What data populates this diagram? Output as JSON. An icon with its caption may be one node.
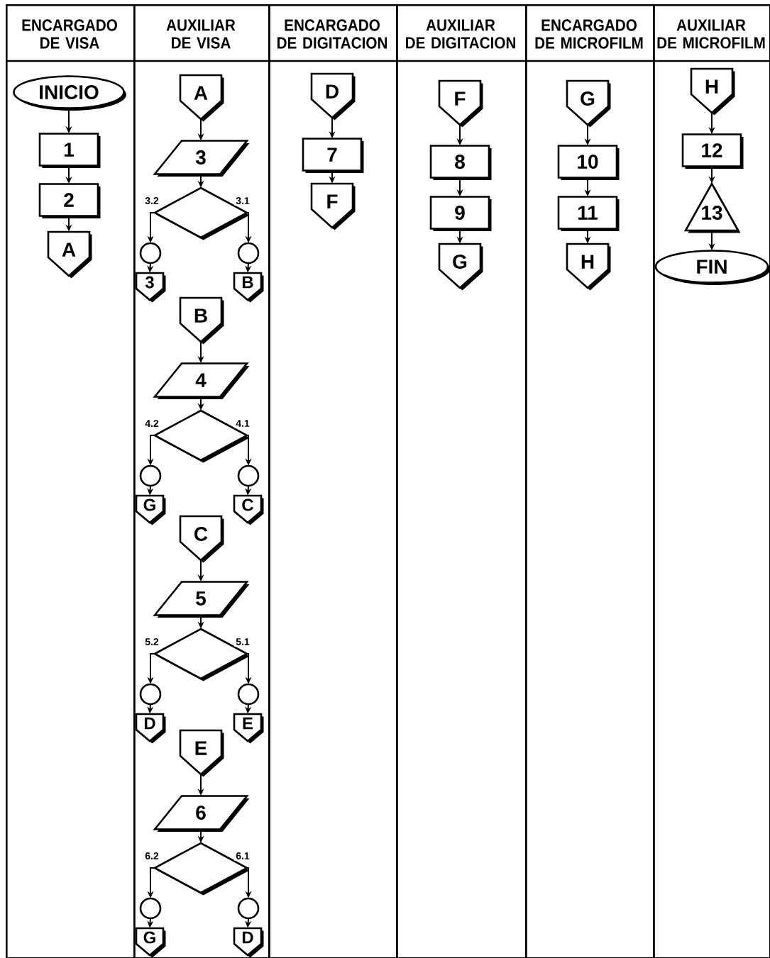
{
  "diagram": {
    "nodes": [
      {
        "text": [
          "ENCARGADO DE VISA"
        ]
      },
      {
        "text": [
          "AUXILIAR DE VISA"
        ]
      },
      {
        "text": [
          "ENCARGADO DE DIGITACION"
        ]
      },
      {
        "text": [
          "AUXILIAR DE DIGITACION"
        ]
      },
      {
        "text": [
          "ENCARGADO DE MICROFILM"
        ]
      },
      {
        "text": [
          "AUXILIAR DE MICROFILM"
        ]
      },
      {
        "text": [
          "INICIO"
        ],
        "in": 0
      },
      {
        "text": [
          "1"
        ],
        "in": 0
      },
      {
        "text": [
          "2"
        ],
        "in": 0
      },
      {
        "text": [
          "A"
        ],
        "in": 0
      },
      {
        "text": [
          "A"
        ],
        "in": 1
      },
      {
        "text": [
          "3"
        ],
        "in": 1
      },
      {
        "text": [],
        "shape": "diamond",
        "in": 1
      },
      {
        "text": [],
        "shape": "circle",
        "in": 1
      },
      {
        "text": [],
        "shape": "circle",
        "in": 1
      },
      {
        "text": [
          "3"
        ],
        "in": 1
      },
      {
        "text": [
          "B"
        ],
        "in": 1
      },
      {
        "text": [
          "B"
        ],
        "in": 1
      },
      {
        "text": [
          "4"
        ],
        "in": 1
      },
      {
        "text": [],
        "shape": "diamond",
        "in": 1
      },
      {
        "text": [],
        "shape": "circle",
        "in": 1
      },
      {
        "text": [],
        "shape": "circle",
        "in": 1
      },
      {
        "text": [
          "G"
        ],
        "in": 1
      },
      {
        "text": [
          "C"
        ],
        "in": 1
      },
      {
        "text": [
          "C"
        ],
        "in": 1
      },
      {
        "text": [
          "5"
        ],
        "in": 1
      },
      {
        "text": [],
        "shape": "diamond",
        "in": 1
      },
      {
        "text": [],
        "shape": "circle",
        "in": 1
      },
      {
        "text": [],
        "shape": "circle",
        "in": 1
      },
      {
        "text": [
          "D"
        ],
        "in": 1
      },
      {
        "text": [
          "E"
        ],
        "in": 1
      },
      {
        "text": [
          "E"
        ],
        "in": 1
      },
      {
        "text": [
          "6"
        ],
        "in": 1
      },
      {
        "text": [],
        "shape": "diamond",
        "in": 1
      },
      {
        "text": [],
        "shape": "circle",
        "in": 1
      },
      {
        "text": [],
        "shape": "circle",
        "in": 1
      },
      {
        "text": [
          "G"
        ],
        "in": 1
      },
      {
        "text": [
          "D"
        ],
        "in": 1
      },
      {
        "text": [
          "D"
        ],
        "in": 2
      },
      {
        "text": [
          "7"
        ],
        "in": 2
      },
      {
        "text": [
          "F"
        ],
        "in": 2
      },
      {
        "text": [
          "F"
        ],
        "in": 3
      },
      {
        "text": [
          "8"
        ],
        "in": 3
      },
      {
        "text": [
          "9"
        ],
        "in": 3
      },
      {
        "text": [
          "G"
        ],
        "in": 3
      },
      {
        "text": [
          "G"
        ],
        "in": 4
      },
      {
        "text": [
          "10"
        ],
        "in": 4
      },
      {
        "text": [
          "11"
        ],
        "in": 4
      },
      {
        "text": [
          "H"
        ],
        "in": 4
      },
      {
        "text": [
          "H"
        ],
        "in": 5
      },
      {
        "text": [
          "12"
        ],
        "in": 5
      },
      {
        "text": [
          "13"
        ],
        "in": 5
      },
      {
        "text": [
          "FIN"
        ],
        "in": 5
      }
    ],
    "edges": [
      {
        "from": 6,
        "to": 7,
        "arrow": "to"
      },
      {
        "from": 7,
        "to": 8,
        "arrow": "to"
      },
      {
        "from": 8,
        "to": 9,
        "arrow": "to"
      },
      {
        "from": 10,
        "to": 11,
        "arrow": "to"
      },
      {
        "from": 11,
        "to": 12,
        "arrow": "to"
      },
      {
        "from": 12,
        "to": 13,
        "arrow": "to",
        "label": "3.2"
      },
      {
        "from": 12,
        "to": 14,
        "arrow": "to",
        "label": "3.1"
      },
      {
        "from": 13,
        "to": 15,
        "arrow": "to"
      },
      {
        "from": 14,
        "to": 16,
        "arrow": "to"
      },
      {
        "from": 17,
        "to": 18,
        "arrow": "to"
      },
      {
        "from": 18,
        "to": 19,
        "arrow": "to"
      },
      {
        "from": 19,
        "to": 20,
        "arrow": "to",
        "label": "4.2"
      },
      {
        "from": 19,
        "to": 21,
        "arrow": "to",
        "label": "4.1"
      },
      {
        "from": 20,
        "to": 22,
        "arrow": "to"
      },
      {
        "from": 21,
        "to": 23,
        "arrow": "to"
      },
      {
        "from": 24,
        "to": 25,
        "arrow": "to"
      },
      {
        "from": 25,
        "to": 26,
        "arrow": "to"
      },
      {
        "from": 26,
        "to": 27,
        "arrow": "to",
        "label": "5.2"
      },
      {
        "from": 26,
        "to": 28,
        "arrow": "to",
        "label": "5.1"
      },
      {
        "from": 27,
        "to": 29,
        "arrow": "to"
      },
      {
        "from": 28,
        "to": 30,
        "arrow": "to"
      },
      {
        "from": 31,
        "to": 32,
        "arrow": "to"
      },
      {
        "from": 32,
        "to": 33,
        "arrow": "to"
      },
      {
        "from": 33,
        "to": 34,
        "arrow": "to",
        "label": "6.2"
      },
      {
        "from": 33,
        "to": 35,
        "arrow": "to",
        "label": "6.1"
      },
      {
        "from": 34,
        "to": 36,
        "arrow": "to"
      },
      {
        "from": 35,
        "to": 37,
        "arrow": "to"
      },
      {
        "from": 38,
        "to": 39,
        "arrow": "to"
      },
      {
        "from": 39,
        "to": 40,
        "arrow": "to"
      },
      {
        "from": 41,
        "to": 42,
        "arrow": "to"
      },
      {
        "from": 42,
        "to": 43,
        "arrow": "to"
      },
      {
        "from": 43,
        "to": 44,
        "arrow": "to"
      },
      {
        "from": 45,
        "to": 46,
        "arrow": "to"
      },
      {
        "from": 46,
        "to": 47,
        "arrow": "to"
      },
      {
        "from": 47,
        "to": 48,
        "arrow": "to"
      },
      {
        "from": 49,
        "to": 50,
        "arrow": "to"
      },
      {
        "from": 50,
        "to": 51,
        "arrow": "to"
      },
      {
        "from": 51,
        "to": 52,
        "arrow": "to"
      }
    ]
  }
}
